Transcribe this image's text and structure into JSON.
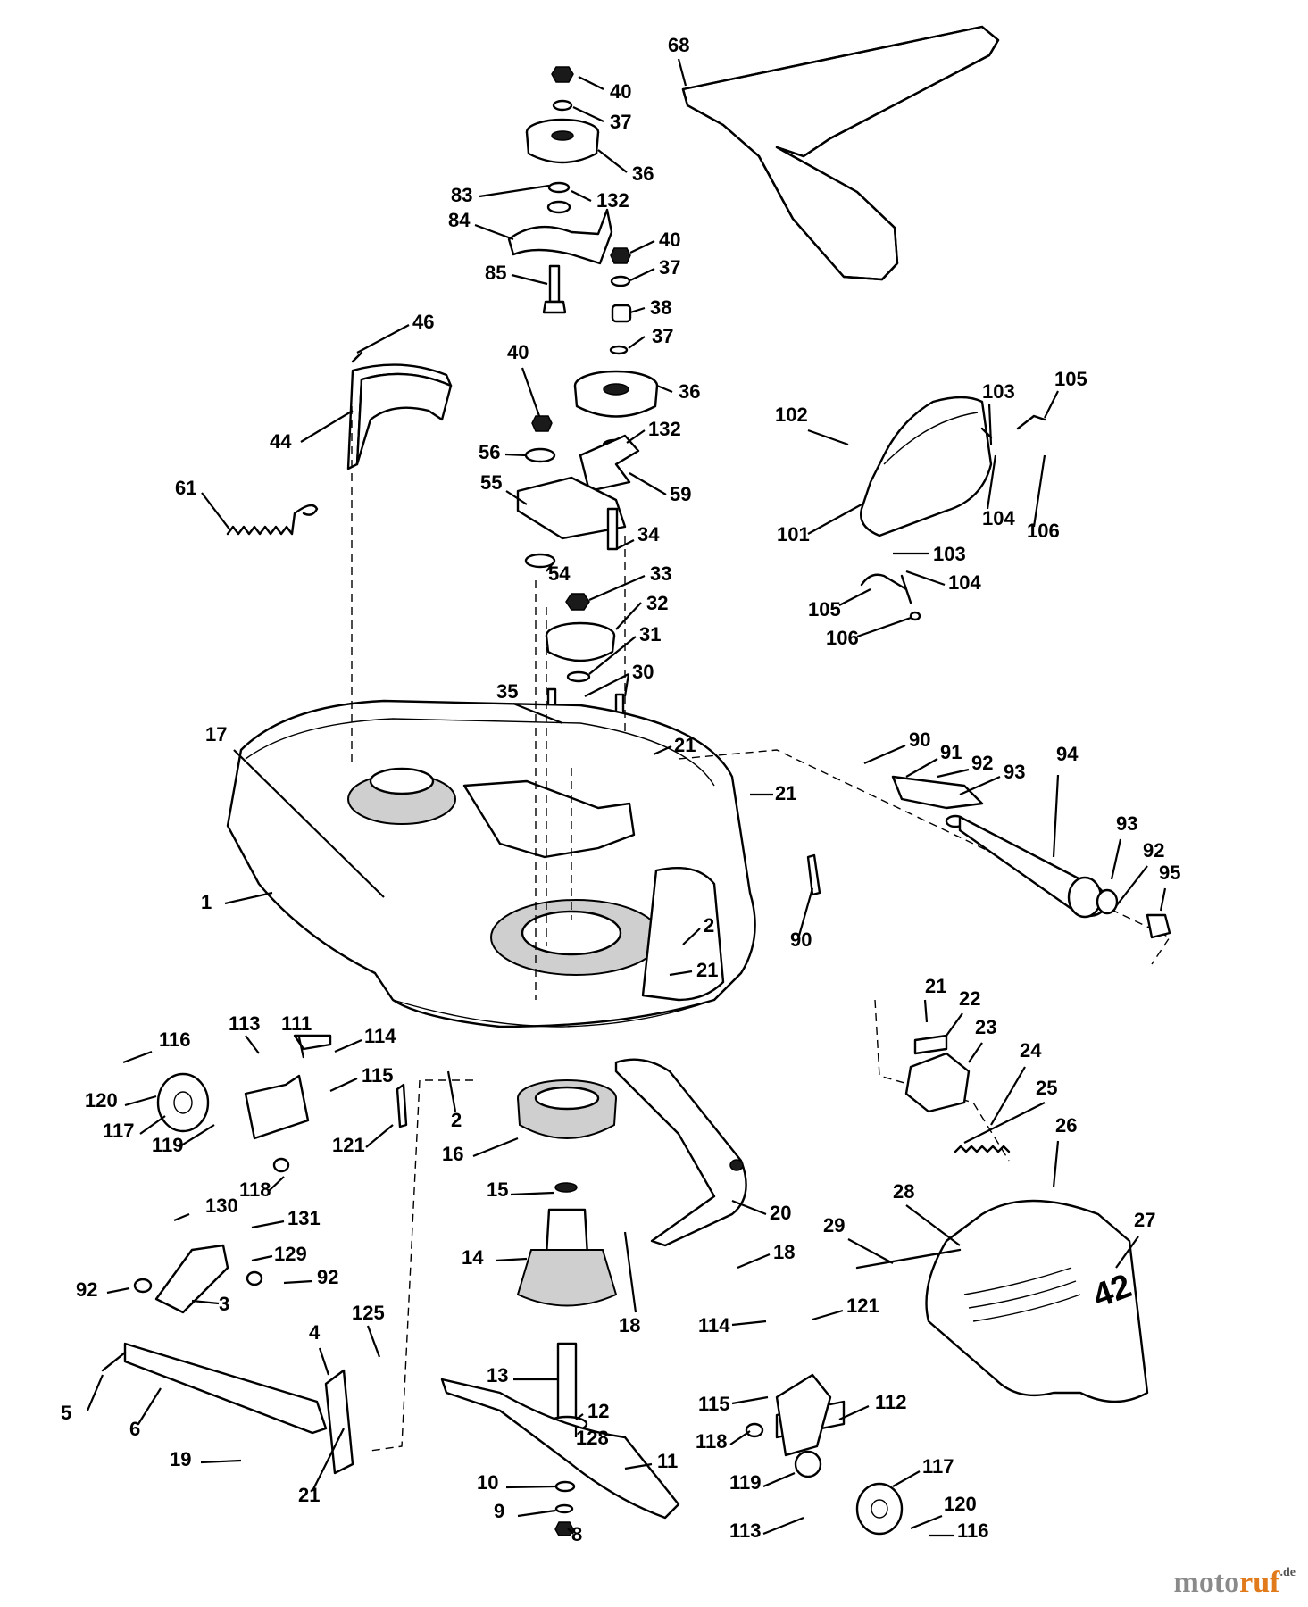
{
  "callouts": [
    {
      "id": "c68",
      "label": "68"
    },
    {
      "id": "c40a",
      "label": "40"
    },
    {
      "id": "c37a",
      "label": "37"
    },
    {
      "id": "c36a",
      "label": "36"
    },
    {
      "id": "c83",
      "label": "83"
    },
    {
      "id": "c132a",
      "label": "132"
    },
    {
      "id": "c84",
      "label": "84"
    },
    {
      "id": "c40b",
      "label": "40"
    },
    {
      "id": "c37b",
      "label": "37"
    },
    {
      "id": "c85",
      "label": "85"
    },
    {
      "id": "c38",
      "label": "38"
    },
    {
      "id": "c46",
      "label": "46"
    },
    {
      "id": "c37c",
      "label": "37"
    },
    {
      "id": "c40c",
      "label": "40"
    },
    {
      "id": "c36b",
      "label": "36"
    },
    {
      "id": "c44",
      "label": "44"
    },
    {
      "id": "c56",
      "label": "56"
    },
    {
      "id": "c132b",
      "label": "132"
    },
    {
      "id": "c102",
      "label": "102"
    },
    {
      "id": "c103a",
      "label": "103"
    },
    {
      "id": "c105a",
      "label": "105"
    },
    {
      "id": "c61",
      "label": "61"
    },
    {
      "id": "c55",
      "label": "55"
    },
    {
      "id": "c59",
      "label": "59"
    },
    {
      "id": "c101",
      "label": "101"
    },
    {
      "id": "c104a",
      "label": "104"
    },
    {
      "id": "c106a",
      "label": "106"
    },
    {
      "id": "c34",
      "label": "34"
    },
    {
      "id": "c103b",
      "label": "103"
    },
    {
      "id": "c54",
      "label": "54"
    },
    {
      "id": "c33",
      "label": "33"
    },
    {
      "id": "c104b",
      "label": "104"
    },
    {
      "id": "c32",
      "label": "32"
    },
    {
      "id": "c105b",
      "label": "105"
    },
    {
      "id": "c31",
      "label": "31"
    },
    {
      "id": "c106b",
      "label": "106"
    },
    {
      "id": "c30",
      "label": "30"
    },
    {
      "id": "c35",
      "label": "35"
    },
    {
      "id": "c17",
      "label": "17"
    },
    {
      "id": "c21a",
      "label": "21"
    },
    {
      "id": "c90a",
      "label": "90"
    },
    {
      "id": "c91",
      "label": "91"
    },
    {
      "id": "c92a",
      "label": "92"
    },
    {
      "id": "c93a",
      "label": "93"
    },
    {
      "id": "c94",
      "label": "94"
    },
    {
      "id": "c21b",
      "label": "21"
    },
    {
      "id": "c93b",
      "label": "93"
    },
    {
      "id": "c92b",
      "label": "92"
    },
    {
      "id": "c95",
      "label": "95"
    },
    {
      "id": "c1",
      "label": "1"
    },
    {
      "id": "c90b",
      "label": "90"
    },
    {
      "id": "c2a",
      "label": "2"
    },
    {
      "id": "c21c",
      "label": "21"
    },
    {
      "id": "c21d",
      "label": "21"
    },
    {
      "id": "c22",
      "label": "22"
    },
    {
      "id": "c23",
      "label": "23"
    },
    {
      "id": "c24",
      "label": "24"
    },
    {
      "id": "c113a",
      "label": "113"
    },
    {
      "id": "c111",
      "label": "111"
    },
    {
      "id": "c114a",
      "label": "114"
    },
    {
      "id": "c116a",
      "label": "116"
    },
    {
      "id": "c115a",
      "label": "115"
    },
    {
      "id": "c120a",
      "label": "120"
    },
    {
      "id": "c2b",
      "label": "2"
    },
    {
      "id": "c25",
      "label": "25"
    },
    {
      "id": "c117a",
      "label": "117"
    },
    {
      "id": "c121a",
      "label": "121"
    },
    {
      "id": "c119a",
      "label": "119"
    },
    {
      "id": "c16",
      "label": "16"
    },
    {
      "id": "c26",
      "label": "26"
    },
    {
      "id": "c118a",
      "label": "118"
    },
    {
      "id": "c15",
      "label": "15"
    },
    {
      "id": "c20",
      "label": "20"
    },
    {
      "id": "c28",
      "label": "28"
    },
    {
      "id": "c27",
      "label": "27"
    },
    {
      "id": "c130",
      "label": "130"
    },
    {
      "id": "c131",
      "label": "131"
    },
    {
      "id": "c29",
      "label": "29"
    },
    {
      "id": "c14",
      "label": "14"
    },
    {
      "id": "c18a",
      "label": "18"
    },
    {
      "id": "c129",
      "label": "129"
    },
    {
      "id": "c92c",
      "label": "92"
    },
    {
      "id": "c92d",
      "label": "92"
    },
    {
      "id": "c3",
      "label": "3"
    },
    {
      "id": "c18b",
      "label": "18"
    },
    {
      "id": "c114b",
      "label": "114"
    },
    {
      "id": "c121b",
      "label": "121"
    },
    {
      "id": "c125",
      "label": "125"
    },
    {
      "id": "c4",
      "label": "4"
    },
    {
      "id": "c13",
      "label": "13"
    },
    {
      "id": "c5",
      "label": "5"
    },
    {
      "id": "c6",
      "label": "6"
    },
    {
      "id": "c12",
      "label": "12"
    },
    {
      "id": "c128",
      "label": "128"
    },
    {
      "id": "c115b",
      "label": "115"
    },
    {
      "id": "c112",
      "label": "112"
    },
    {
      "id": "c19",
      "label": "19"
    },
    {
      "id": "c11",
      "label": "11"
    },
    {
      "id": "c118b",
      "label": "118"
    },
    {
      "id": "c21e",
      "label": "21"
    },
    {
      "id": "c117b",
      "label": "117"
    },
    {
      "id": "c119b",
      "label": "119"
    },
    {
      "id": "c10",
      "label": "10"
    },
    {
      "id": "c120b",
      "label": "120"
    },
    {
      "id": "c9",
      "label": "9"
    },
    {
      "id": "c113b",
      "label": "113"
    },
    {
      "id": "c116b",
      "label": "116"
    },
    {
      "id": "c8",
      "label": "8"
    }
  ],
  "deck_size_mark": "42",
  "watermark": {
    "part1": "moto",
    "part2": "ruf",
    "suffix": ".de"
  }
}
